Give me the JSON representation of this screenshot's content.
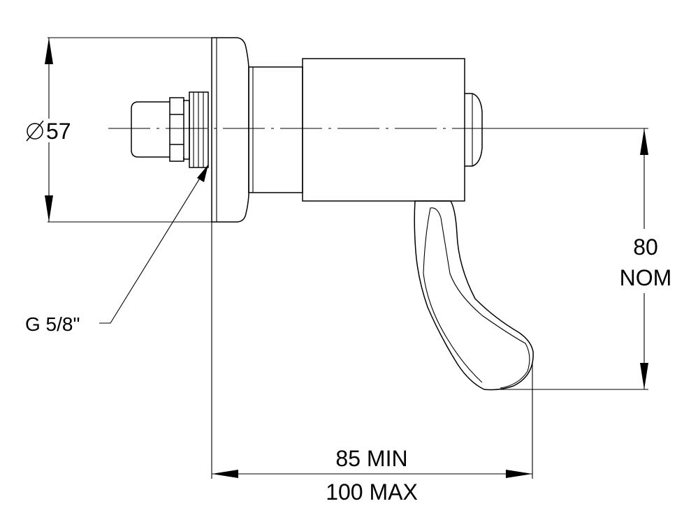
{
  "drawing": {
    "labels": {
      "diameter_symbol": "⌀",
      "diameter_value": "57",
      "thread": "G 5/8\"",
      "height_value": "80",
      "height_note": "NOM",
      "length_min": "85 MIN",
      "length_max": "100 MAX"
    },
    "colors": {
      "line": "#000000",
      "background": "#ffffff"
    }
  }
}
